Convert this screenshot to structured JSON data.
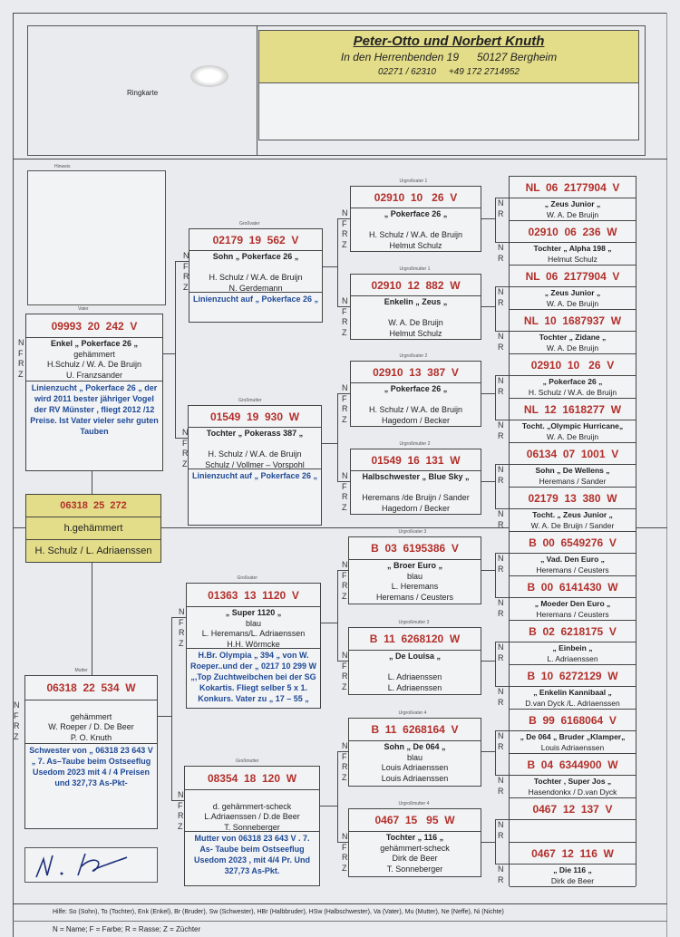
{
  "header": {
    "owner": "Peter-Otto und Norbert Knuth",
    "address": "In den Herrenbenden 19      50127 Bergheim",
    "phone": "02271 / 62310     +49 172 2714952",
    "ringkarte_label": "Ringkarte",
    "hinweis_label": "Hinweis"
  },
  "colors": {
    "ring": "#b3302b",
    "note": "#1f4a96",
    "highlight": "#e3dd89"
  },
  "letters": {
    "nfrz": [
      "N",
      "F",
      "R",
      "Z"
    ],
    "nr": [
      "N",
      "R"
    ]
  },
  "subject": {
    "ring": "06318  25  272",
    "color": "h.gehämmert",
    "breeder": "H. Schulz / L. Adriaenssen"
  },
  "ancestors": {
    "vater": {
      "label": "Vater",
      "ring": "09993  20  242  V",
      "lines": [
        "Enkel „ Pokerface 26 „",
        "gehämmert",
        "H.Schulz / W. A. De Bruijn",
        "U. Franzsander"
      ],
      "note": "Linienzucht „ Pokerface 26 „ der wird 2011 bester jähriger Vogel der RV Münster , fliegt 2012 /12 Preise. Ist Vater vieler sehr guten Tauben"
    },
    "gv1": {
      "label": "Großvater",
      "ring": "02179  19  562  V",
      "lines": [
        "Sohn „ Pokerface 26 „",
        "",
        "H. Schulz / W.A. de Bruijn",
        "N. Gerdemann"
      ],
      "note": "Linienzucht auf „ Pokerface 26 „"
    },
    "gm1": {
      "label": "Großmutter",
      "ring": "01549  19  930  W",
      "lines": [
        "Tochter „ Pokerass 387 „",
        "",
        "H. Schulz / W.A. de Bruijn",
        "Schulz / Vollmer – Vorspohl"
      ],
      "note": "Linienzucht auf „ Pokerface 26 „"
    },
    "ugv1": {
      "label": "Urgroßvater 1",
      "ring": "02910  10   26  V",
      "lines": [
        "„ Pokerface 26 „",
        "",
        "H. Schulz / W.A. de Bruijn",
        "Helmut Schulz"
      ]
    },
    "ugm1": {
      "label": "Urgroßmutter 1",
      "ring": "02910  12  882  W",
      "lines": [
        "Enkelin „ Zeus „",
        "",
        "W. A. De Bruijn",
        "Helmut Schulz"
      ]
    },
    "ugv2": {
      "label": "Urgroßvater 2",
      "ring": "02910  13  387  V",
      "lines": [
        "„ Pokerface 26 „",
        "",
        "H. Schulz / W.A. de Bruijn",
        "Hagedorn / Becker"
      ]
    },
    "ugm2": {
      "label": "Urgroßmutter 2",
      "ring": "01549  16  131  W",
      "lines": [
        "Halbschwester „ Blue Sky „",
        "",
        "Heremans /de Bruijn / Sander",
        "Hagedorn / Becker"
      ]
    },
    "mutter": {
      "label": "Mutter",
      "ring": "06318  22  534  W",
      "lines": [
        "",
        "gehämmert",
        "W. Roeper / D. De Beer",
        "P. O. Knuth"
      ],
      "note": "Schwester von „ 06318 23 643 V „  7. As–Taube beim Ostseeflug Usedom 2023  mit 4 / 4 Preisen und 327,73 As-Pkt-"
    },
    "gv2": {
      "label": "Großvater",
      "ring": "01363  13  1120  V",
      "lines": [
        "„ Super 1120 „",
        "blau",
        "L. Heremans/L. Adriaenssen",
        "H.H. Wörmcke"
      ],
      "note": "H.Br. Olympia „ 394 „ von W. Roeper..und  der „ 0217 10 299 W „,Top Zuchtweibchen bei der SG Kokartis. Fliegt selber  5 x 1. Konkurs. Vater zu „ 17 – 55 „"
    },
    "gm2": {
      "label": "Großmutter",
      "ring": "08354  18  120  W",
      "lines": [
        "",
        "d. gehämmert-scheck",
        "L.Adriaenssen / D.de Beer",
        "T. Sonneberger"
      ],
      "note": "Mutter von  06318  23  643  V . 7. As- Taube beim Ostseeflug Usedom 2023 , mit 4/4 Pr. Und 327,73 As-Pkt."
    },
    "ugv3": {
      "label": "Urgroßvater 3",
      "ring": "B  03  6195386  V",
      "lines": [
        "„ Broer Euro „",
        "blau",
        "L. Heremans",
        "Heremans / Ceusters"
      ]
    },
    "ugm3": {
      "label": "Urgroßmutter 3",
      "ring": "B  11  6268120  W",
      "lines": [
        "„ De Louisa „",
        "",
        "L. Adriaenssen",
        "L. Adriaenssen"
      ]
    },
    "ugv4": {
      "label": "Urgroßvater 4",
      "ring": "B  11  6268164  V",
      "lines": [
        "Sohn „ De 064 „",
        "blau",
        "Louis Adriaenssen",
        "Louis Adriaenssen"
      ]
    },
    "ugm4": {
      "label": "Urgroßmutter 4",
      "ring": "0467  15   95  W",
      "lines": [
        "Tochter „ 116 „",
        "gehämmert-scheck",
        "Dirk de Beer",
        "T. Sonneberger"
      ]
    }
  },
  "great_great": [
    {
      "ring": "NL  06  2177904  V",
      "name": "„ Zeus Junior „",
      "breeder": "W. A. De Bruijn"
    },
    {
      "ring": "02910  06  236  W",
      "name": "Tochter „ Alpha 198 „",
      "breeder": "Helmut Schulz"
    },
    {
      "ring": "NL  06  2177904  V",
      "name": "„ Zeus Junior „",
      "breeder": "W. A. De Bruijn"
    },
    {
      "ring": "NL  10  1687937  W",
      "name": "Tochter „ Zidane „",
      "breeder": "W. A. De Bruijn"
    },
    {
      "ring": "02910  10   26  V",
      "name": "„ Pokerface 26 „",
      "breeder": "H. Schulz / W.A. de Bruijn"
    },
    {
      "ring": "NL  12  1618277  W",
      "name": "Tocht. „Olympic Hurricane„",
      "breeder": "W. A. De Bruijn"
    },
    {
      "ring": "06134  07  1001  V",
      "name": "Sohn „ De Wellens „",
      "breeder": "Heremans / Sander"
    },
    {
      "ring": "02179  13  380  W",
      "name": "Tocht. „ Zeus Junior „",
      "breeder": "W. A. De Bruijn /  Sander"
    },
    {
      "ring": "B  00  6549276  V",
      "name": "„ Vad. Den Euro „",
      "breeder": "Heremans / Ceusters"
    },
    {
      "ring": "B  00  6141430  W",
      "name": "„ Moeder Den Euro „",
      "breeder": "Heremans / Ceusters"
    },
    {
      "ring": "B  02  6218175  V",
      "name": "„ Einbein „",
      "breeder": "L. Adriaenssen"
    },
    {
      "ring": "B  10  6272129  W",
      "name": "„ Enkelin Kannibaal „",
      "breeder": "D.van Dyck /L. Adriaenssen"
    },
    {
      "ring": "B  99  6168064  V",
      "name": "„ De 064 „ Bruder „Klamper„",
      "breeder": "Louis Adriaenssen"
    },
    {
      "ring": "B  04  6344900  W",
      "name": "Tochter , Super Jos „",
      "breeder": "Hasendonkx / D.van Dyck"
    },
    {
      "ring": "0467  12  137  V",
      "name": "",
      "breeder": ""
    },
    {
      "ring": "0467  12  116  W",
      "name": "„ Die 116 „",
      "breeder": "Dirk de Beer"
    }
  ],
  "footer": {
    "help": "Hilfe: So (Sohn), To (Tochter), Enk (Enkel), Br (Bruder), Sw (Schwester), HBr (Halbbruder), HSw (Halbschwester), Va (Vater), Mu (Mutter), Ne (Neffe), Ni (Nichte)",
    "legend": "N = Name; F = Farbe; R = Rasse; Z = Züchter"
  }
}
